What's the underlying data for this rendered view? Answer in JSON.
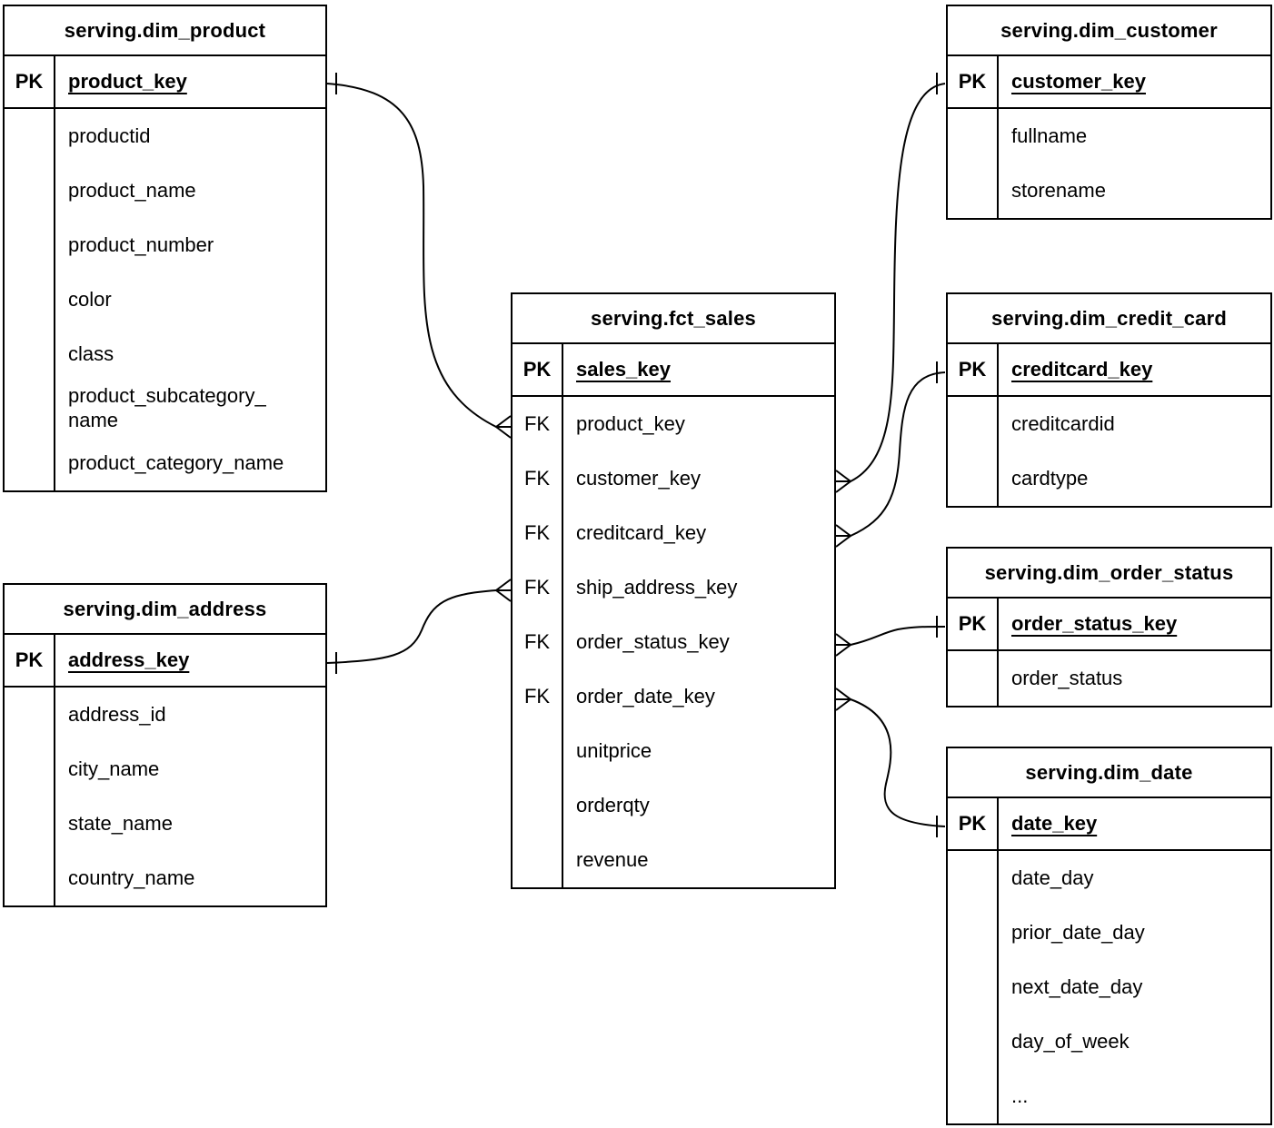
{
  "labels": {
    "pk": "PK",
    "fk": "FK"
  },
  "colors": {
    "line": "#000000",
    "text": "#000000",
    "table_border": "#000000",
    "background": "#ffffff"
  },
  "tables": {
    "dim_product": {
      "title": "serving.dim_product",
      "pk_field": "product_key",
      "fields": [
        "productid",
        "product_name",
        "product_number",
        "color",
        "class",
        "product_subcategory_name",
        "product_category_name"
      ]
    },
    "dim_customer": {
      "title": "serving.dim_customer",
      "pk_field": "customer_key",
      "fields": [
        "fullname",
        "storename"
      ]
    },
    "fct_sales": {
      "title": "serving.fct_sales",
      "pk_field": "sales_key",
      "fk_fields": [
        "product_key",
        "customer_key",
        "creditcard_key",
        "ship_address_key",
        "order_status_key",
        "order_date_key"
      ],
      "measure_fields": [
        "unitprice",
        "orderqty",
        "revenue"
      ]
    },
    "dim_credit_card": {
      "title": "serving.dim_credit_card",
      "pk_field": "creditcard_key",
      "fields": [
        "creditcardid",
        "cardtype"
      ]
    },
    "dim_order_status": {
      "title": "serving.dim_order_status",
      "pk_field": "order_status_key",
      "fields": [
        "order_status"
      ]
    },
    "dim_date": {
      "title": "serving.dim_date",
      "pk_field": "date_key",
      "fields": [
        "date_day",
        "prior_date_day",
        "next_date_day",
        "day_of_week",
        "..."
      ]
    },
    "dim_address": {
      "title": "serving.dim_address",
      "pk_field": "address_key",
      "fields": [
        "address_id",
        "city_name",
        "state_name",
        "country_name"
      ]
    }
  },
  "relationships": [
    {
      "one_side": "serving.dim_product.product_key",
      "many_side": "serving.fct_sales.product_key",
      "cardinality": "one-to-many"
    },
    {
      "one_side": "serving.dim_customer.customer_key",
      "many_side": "serving.fct_sales.customer_key",
      "cardinality": "one-to-many"
    },
    {
      "one_side": "serving.dim_credit_card.creditcard_key",
      "many_side": "serving.fct_sales.creditcard_key",
      "cardinality": "one-to-many"
    },
    {
      "one_side": "serving.dim_address.address_key",
      "many_side": "serving.fct_sales.ship_address_key",
      "cardinality": "one-to-many"
    },
    {
      "one_side": "serving.dim_order_status.order_status_key",
      "many_side": "serving.fct_sales.order_status_key",
      "cardinality": "one-to-many"
    },
    {
      "one_side": "serving.dim_date.date_key",
      "many_side": "serving.fct_sales.order_date_key",
      "cardinality": "one-to-many"
    }
  ]
}
